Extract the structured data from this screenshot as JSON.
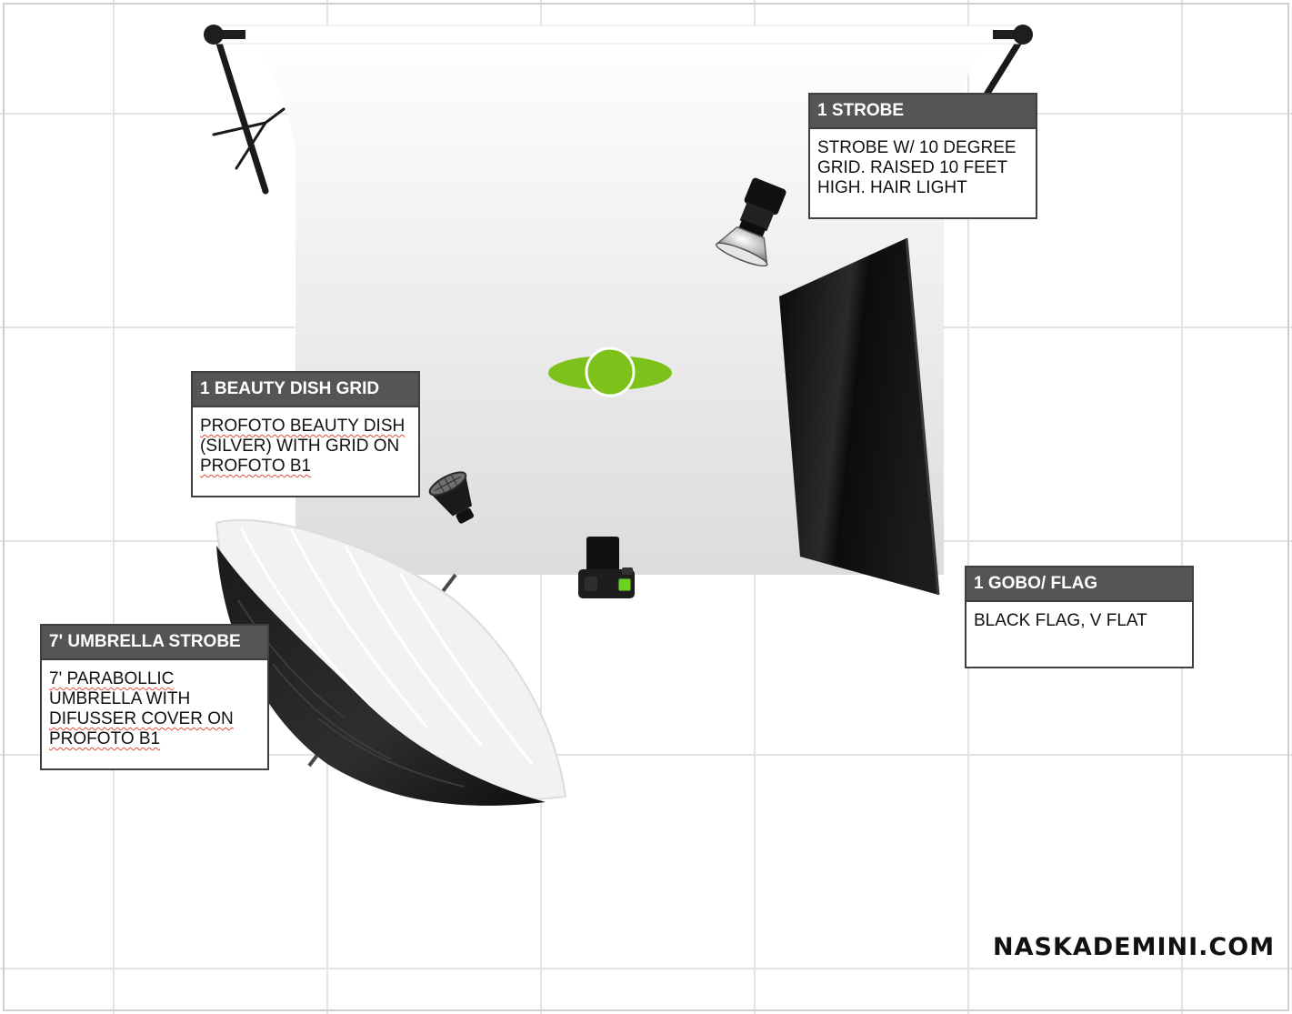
{
  "labels": {
    "strobe": {
      "title": "1 STROBE",
      "lines": [
        "STROBE W/ 10 DEGREE",
        "GRID. RAISED 10 FEET",
        "HIGH. HAIR LIGHT"
      ]
    },
    "beauty_dish": {
      "title": "1 BEAUTY DISH GRID",
      "lines": [
        "PROFOTO BEAUTY DISH",
        "(SILVER) WITH GRID ON",
        "PROFOTO B1"
      ]
    },
    "gobo": {
      "title": "1 GOBO/ FLAG",
      "lines": [
        "BLACK FLAG, V FLAT"
      ]
    },
    "umbrella": {
      "title": "7' UMBRELLA STROBE",
      "lines": [
        "7' PARABOLLIC",
        "UMBRELLA WITH",
        "DIFUSSER COVER ON",
        "PROFOTO B1"
      ]
    }
  },
  "brand": "NASKADEMINI.COM",
  "colors": {
    "subject": "#7cc21a",
    "grid": "#e3e3e3",
    "label_header": "#555555",
    "spellcheck": "#e24d3b"
  },
  "icons": [
    "backdrop-stand-icon",
    "strobe-head-icon",
    "beauty-dish-icon",
    "umbrella-icon",
    "camera-icon",
    "black-flag-icon",
    "subject-icon"
  ]
}
